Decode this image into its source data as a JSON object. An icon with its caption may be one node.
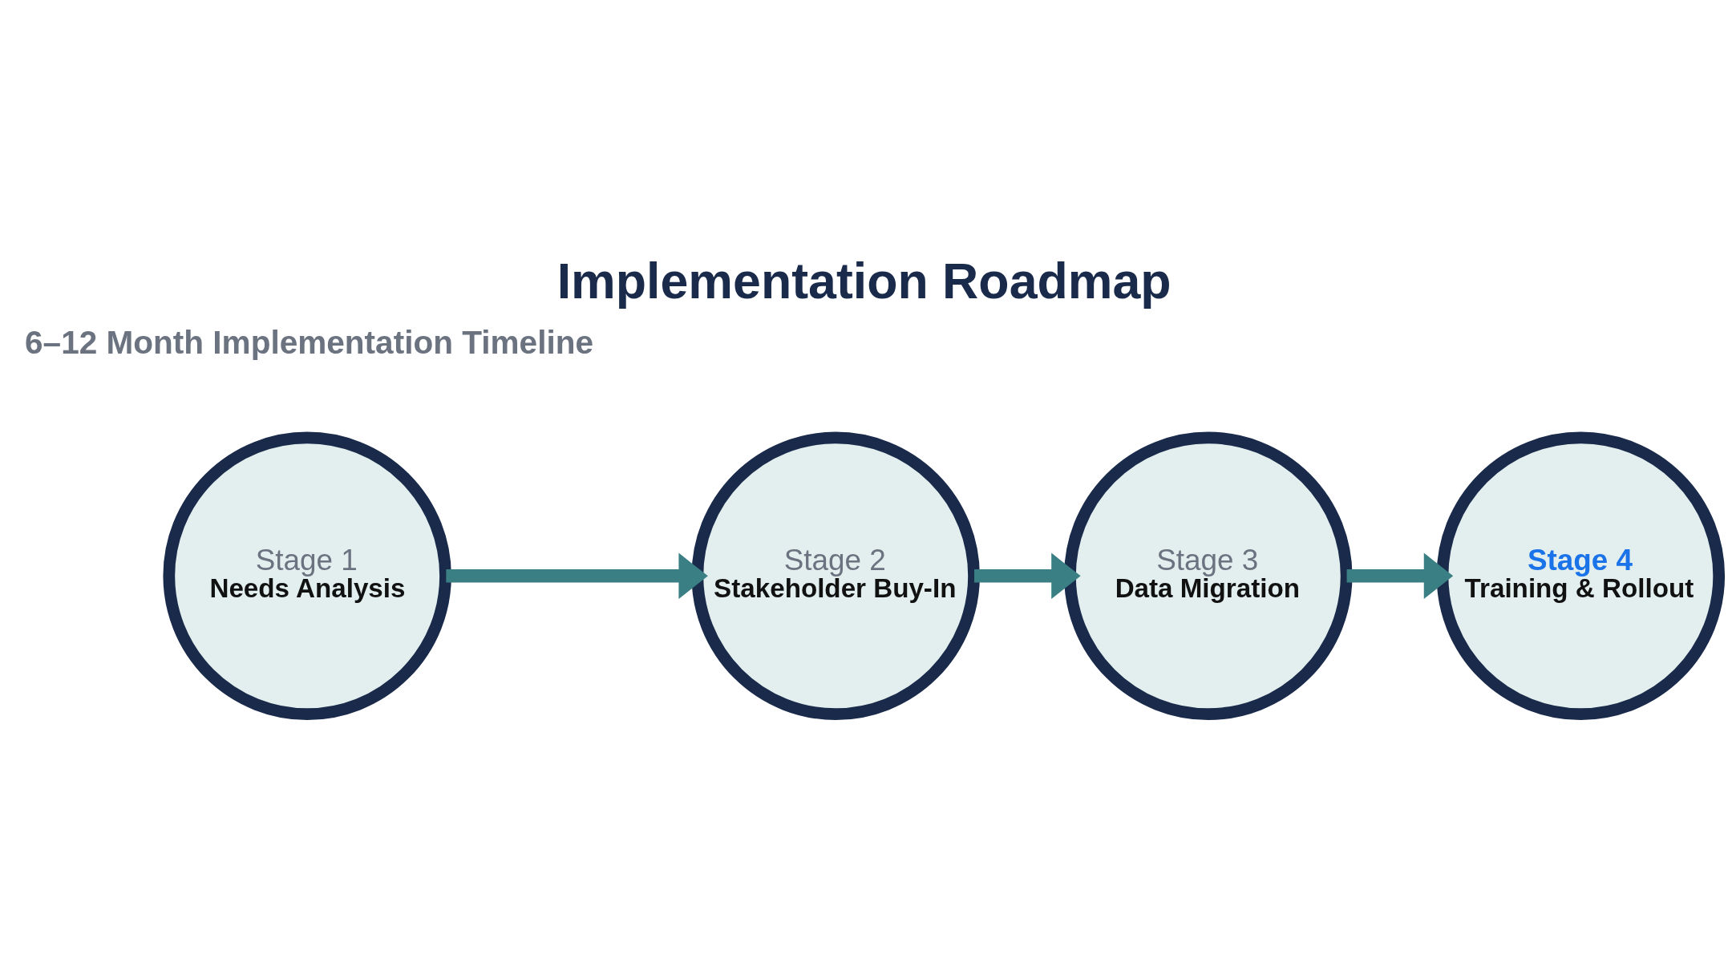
{
  "diagram": {
    "title": "Implementation Roadmap",
    "nodes": [
      {
        "text": [
          "Stage 1",
          "Needs Analysis"
        ]
      },
      {
        "text": [
          "Stage 2",
          "Stakeholder Buy-In"
        ]
      },
      {
        "text": [
          "Stage 3",
          "Data Migration"
        ]
      },
      {
        "text": [
          "Stage 4",
          "Training & Rollout"
        ]
      }
    ],
    "edges": [
      {
        "from": 0,
        "to": 1,
        "arrow": "to"
      },
      {
        "from": 1,
        "to": 2,
        "arrow": "to"
      },
      {
        "from": 2,
        "to": 3,
        "arrow": "to"
      }
    ],
    "labels": [
      "6–12 Month Implementation Timeline"
    ]
  }
}
